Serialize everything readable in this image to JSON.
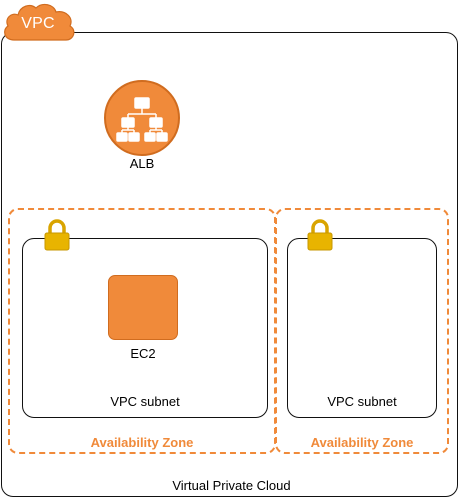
{
  "vpc": {
    "badge": "VPC",
    "caption": "Virtual Private Cloud",
    "border_color": "#111111",
    "accent_color": "#f08a3a"
  },
  "alb": {
    "label": "ALB",
    "icon": "hierarchy-icon"
  },
  "availability_zones": [
    {
      "label": "Availability Zone",
      "subnet_label": "VPC subnet"
    },
    {
      "label": "Availability Zone",
      "subnet_label": "VPC subnet"
    }
  ],
  "ec2": {
    "label": "EC2"
  }
}
